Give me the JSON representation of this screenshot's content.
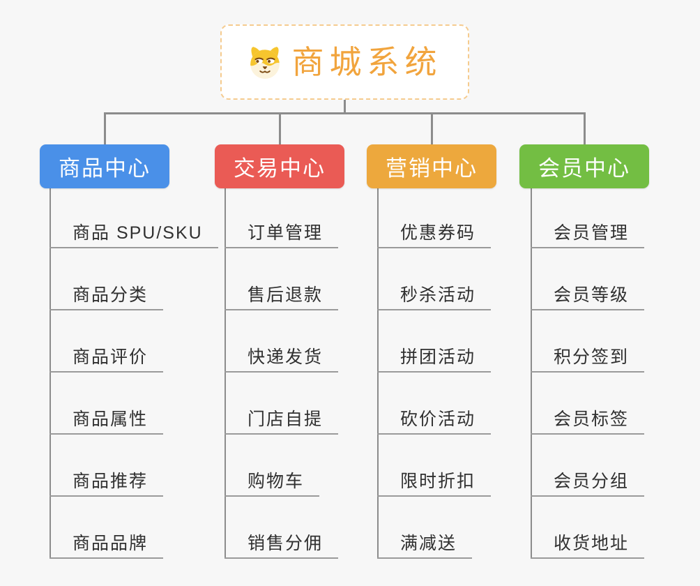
{
  "app": {
    "type": "mindmap-org-chart",
    "background": "#F7F7F7"
  },
  "root": {
    "title": "商城系统",
    "icon": "dog-face-icon",
    "title_color": "#F1A43D",
    "border_color": "#F5CB8E",
    "fill": "#FFFFFF"
  },
  "colors": {
    "connector": "#8C8C8C",
    "underline": "#9A9A9A",
    "item_text": "#303030"
  },
  "branches": [
    {
      "label": "商品中心",
      "color": "#4A90E8",
      "items": [
        "商品 SPU/SKU",
        "商品分类",
        "商品评价",
        "商品属性",
        "商品推荐",
        "商品品牌"
      ]
    },
    {
      "label": "交易中心",
      "color": "#EA5B55",
      "items": [
        "订单管理",
        "售后退款",
        "快递发货",
        "门店自提",
        "购物车",
        "销售分佣"
      ]
    },
    {
      "label": "营销中心",
      "color": "#EDA83D",
      "items": [
        "优惠券码",
        "秒杀活动",
        "拼团活动",
        "砍价活动",
        "限时折扣",
        "满减送"
      ]
    },
    {
      "label": "会员中心",
      "color": "#73BE43",
      "items": [
        "会员管理",
        "会员等级",
        "积分签到",
        "会员标签",
        "会员分组",
        "收货地址"
      ]
    }
  ]
}
